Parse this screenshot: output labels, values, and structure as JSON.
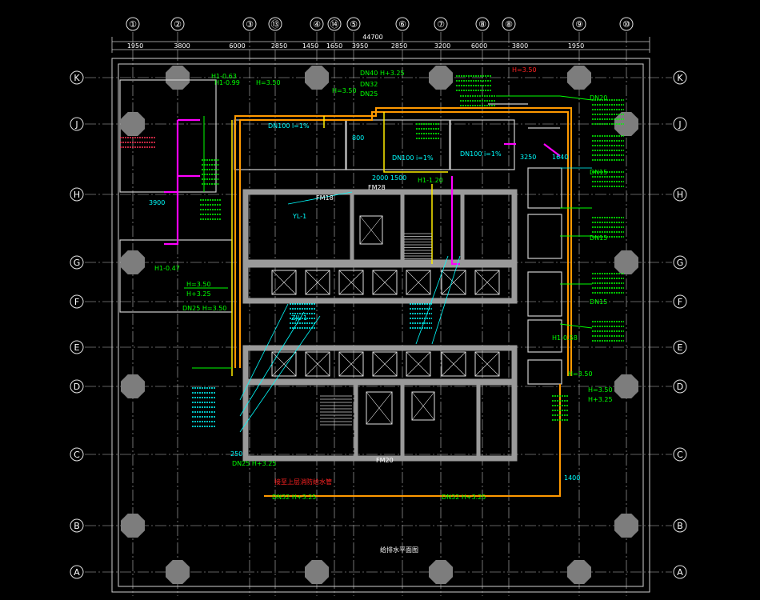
{
  "grid": {
    "columns": [
      "①",
      "②",
      "③",
      "⑬",
      "④",
      "⑭",
      "⑤",
      "⑥",
      "⑦",
      "⑧",
      "⑧",
      "⑨",
      "⑩"
    ],
    "rows": [
      "K",
      "J",
      "H",
      "G",
      "F",
      "E",
      "D",
      "C",
      "B",
      "A"
    ]
  },
  "dimensions": {
    "overall_width": "44700",
    "top_segments": [
      "1950",
      "3800",
      "6000",
      "2850",
      "1450",
      "1650",
      "3950",
      "2850",
      "3200",
      "6000",
      "3800",
      "1950"
    ]
  },
  "labels": {
    "pipe_dn100_slope": "DN100 i=1%",
    "pipe_dn100_slope_2": "DN100 i=1%",
    "dn25_h350": "DN25 H=3.50",
    "h_063": "H1-0.63",
    "h_099": "H1-0.99",
    "h_350": "H=3.50",
    "h_325": "H+3.25",
    "dn40": "DN40",
    "dn32": "DN32",
    "dn25": "DN25",
    "dn20": "DN20",
    "dn15": "DN15",
    "h_047": "H1-0.47",
    "h_120": "H1-1.20",
    "h_058": "H1-0.58",
    "fm18": "FM18",
    "fm28": "FM28",
    "fm20": "FM20",
    "y1": "YL-1",
    "dim_3900": "3900",
    "dim_3250": "3250",
    "dim_1640": "1640",
    "dim_1400": "1400",
    "dim_2000_1500": "2000 1500",
    "dim_800": "800",
    "dim_250": "250",
    "dn32_h325_a": "DN32  H+3.25",
    "dn32_h325_b": "DN32  H+3.25",
    "dn25_h325": "DN25  H+3.25",
    "zjl": "ZJL-1",
    "note_red": "接至上层消防给水管",
    "title_small": "给排水平面图"
  },
  "colors": {
    "background": "#000000",
    "wall": "#9a9a9a",
    "column": "#808080",
    "grid_line": "#d8d8d8",
    "pipe_orange": "#ff9900",
    "pipe_magenta": "#ff00ff",
    "pipe_yellow": "#ffff00",
    "text_green": "#00ff00",
    "text_cyan": "#00ffff",
    "text_red": "#ff2222"
  }
}
